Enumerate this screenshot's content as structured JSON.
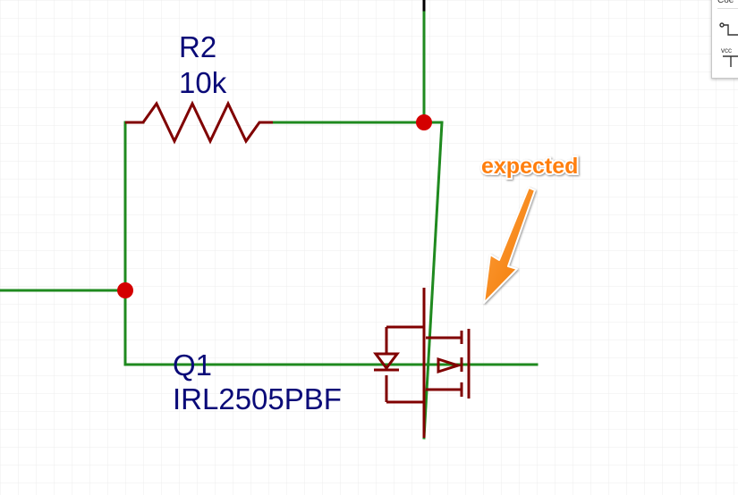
{
  "resistor": {
    "ref": "R2",
    "value": "10k"
  },
  "mosfet": {
    "ref": "Q1",
    "part": "IRL2505PBF"
  },
  "annotation": {
    "text": "expected"
  },
  "side_panel": {
    "title": "Coe",
    "icon2_label": "vcc"
  },
  "colors": {
    "wire": "#1f8a1f",
    "component": "#800000",
    "junction": "#d40000",
    "label": "#0a0a78",
    "annotation": "#ff7f0e",
    "grid": "#ececec"
  }
}
